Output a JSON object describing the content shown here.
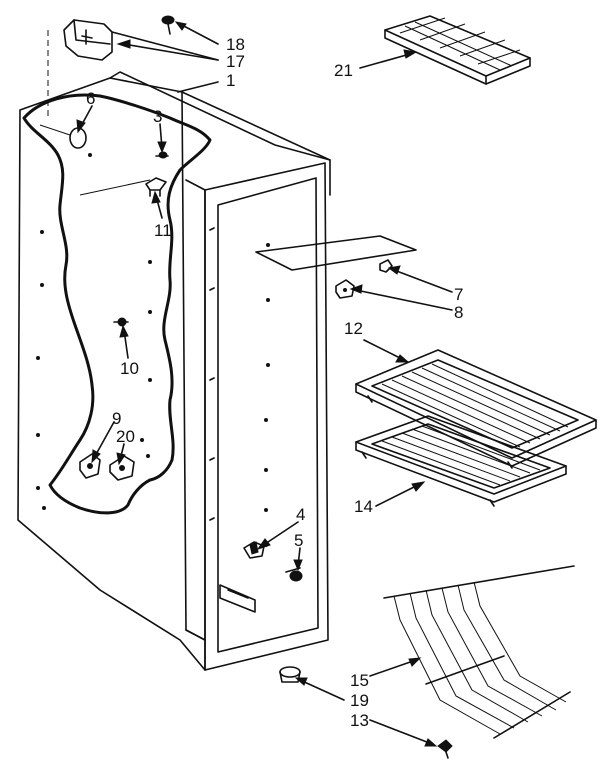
{
  "callouts": [
    {
      "id": "c1",
      "text": "1"
    },
    {
      "id": "c3",
      "text": "3"
    },
    {
      "id": "c4",
      "text": "4"
    },
    {
      "id": "c5",
      "text": "5"
    },
    {
      "id": "c6",
      "text": "6"
    },
    {
      "id": "c7",
      "text": "7"
    },
    {
      "id": "c8",
      "text": "8"
    },
    {
      "id": "c9",
      "text": "9"
    },
    {
      "id": "c10",
      "text": "10"
    },
    {
      "id": "c11",
      "text": "11"
    },
    {
      "id": "c12",
      "text": "12"
    },
    {
      "id": "c13",
      "text": "13"
    },
    {
      "id": "c14",
      "text": "14"
    },
    {
      "id": "c15",
      "text": "15"
    },
    {
      "id": "c17",
      "text": "17"
    },
    {
      "id": "c18",
      "text": "18"
    },
    {
      "id": "c19",
      "text": "19"
    },
    {
      "id": "c20",
      "text": "20"
    },
    {
      "id": "c21",
      "text": "21"
    }
  ]
}
